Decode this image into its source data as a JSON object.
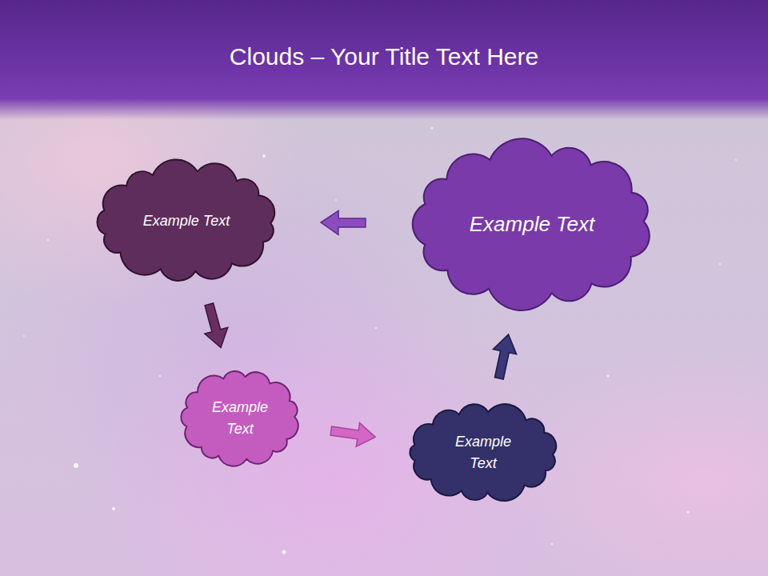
{
  "diagram": {
    "title": "Clouds – Your Title Text Here",
    "nodes": [
      {
        "text": [
          "Example Text"
        ]
      },
      {
        "text": [
          "Example Text"
        ]
      },
      {
        "text": [
          "Example Text"
        ]
      },
      {
        "text": [
          "Example Text"
        ]
      }
    ],
    "edges": [
      {
        "from": 1,
        "to": 0,
        "arrow": "to"
      },
      {
        "from": 0,
        "to": 2,
        "arrow": "to"
      },
      {
        "from": 2,
        "to": 3,
        "arrow": "to"
      },
      {
        "from": 3,
        "to": 1,
        "arrow": "to"
      }
    ]
  }
}
